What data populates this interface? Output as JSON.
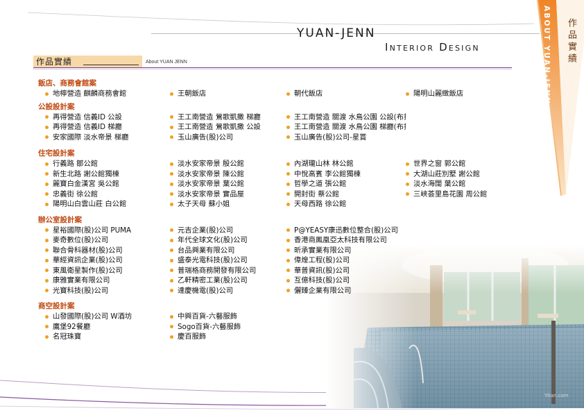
{
  "ribbon": {
    "about_text": "ABOUT YUAN-JENN",
    "works_text": "作品實績",
    "color_top": "#f08a2a",
    "color_bottom": "#f7c898"
  },
  "header": {
    "brand_line1": "YUAN-JENN",
    "brand_line2": "Interior Design",
    "title": "作品實績",
    "subtitle": "About YUAN JENN"
  },
  "sections": [
    {
      "title": "飯店、商務會館案",
      "columns": [
        [
          "地檸營造 麒麟商務會館"
        ],
        [
          "王朝飯店"
        ],
        [
          "朝代飯店"
        ],
        [
          "陽明山麗緻飯店"
        ]
      ]
    },
    {
      "title": "公設設計案",
      "columns": [
        [
          "再得營造 信義ID 公設",
          "再得營造 信義ID 梯廳",
          "安家國際 淡水帝景 梯廳"
        ],
        [
          "王工南營造 鶯歌凱撒 梯廳",
          "王工南營造 鶯歌凱撒 公設",
          "玉山廣告(股)公司"
        ],
        [
          "王工南營造 關渡 水鳥公園 公設(布拉格)",
          "王工南營造 關渡 水鳥公園 梯廳(布拉格)",
          "玉山廣告(股)公司-星賞"
        ],
        []
      ]
    },
    {
      "title": "住宅設計案",
      "columns": [
        [
          "行義路 鄒公館",
          "新生北路 謝公館獨棟",
          "麗寶白金漢宮 吳公館",
          "忠義街 徐公館",
          "陽明山白雲山莊 白公館"
        ],
        [
          "淡水安家帝景 殷公館",
          "淡水安家帝景 陳公館",
          "淡水安家帝景 葉公館",
          "淡水安家帝景 實品屋",
          "太子天母 蘇小姐"
        ],
        [
          "內湖瓏山林 林公館",
          "中悅高賓 李公館獨棟",
          "哲學之道 張公館",
          "開封街 蔡公館",
          "天母西路 徐公館"
        ],
        [
          "世界之窗 郭公館",
          "大湖山莊別墅 謝公館",
          "淡水海闊 葉公館",
          "三峽荟里島花園 周公館"
        ]
      ]
    },
    {
      "title": "辦公室設計案",
      "columns": [
        [
          "星裕國際(股)公司 PUMA",
          "麥奇數位(股)公司",
          "聯合骨科器材(股)公司",
          "華經資訊企業(股)公司",
          "東風衛星製作(股)公司",
          "康雅實業有限公司",
          "光寶科技(股)公司"
        ],
        [
          "元吉企業(股)公司",
          "年代全球文化(股)公司",
          "台品興業有限公司",
          "盛泰光電科技(股)公司",
          "普瑞格商務開發有限公司",
          "乙軒精密工業(股)公司",
          "達慶機電(股)公司"
        ],
        [
          "P@YEASY康迅數位整合(股)公司",
          "香港商鳳凰亞太科技有限公司",
          "昕承實業有限公司",
          "偉煌工程(股)公司",
          "華普資訊(股)公司",
          "互億科技(股)公司",
          "儷臻企業有限公司"
        ],
        []
      ]
    },
    {
      "title": "商空設計案",
      "columns": [
        [
          "山發國際(股)公司 W酒坊",
          "鷹堡92餐廳",
          "名冠珠寶"
        ],
        [
          "中興百貨-六藝服飾",
          "Sogo百貨-六藝服飾",
          "慶百服飾"
        ],
        [],
        []
      ]
    }
  ],
  "photo": {
    "watermark": "Yitan.com"
  },
  "colors": {
    "accent_orange": "#f0a020",
    "section_title": "#c04a12",
    "rule_purple": "#7a3e8e"
  }
}
